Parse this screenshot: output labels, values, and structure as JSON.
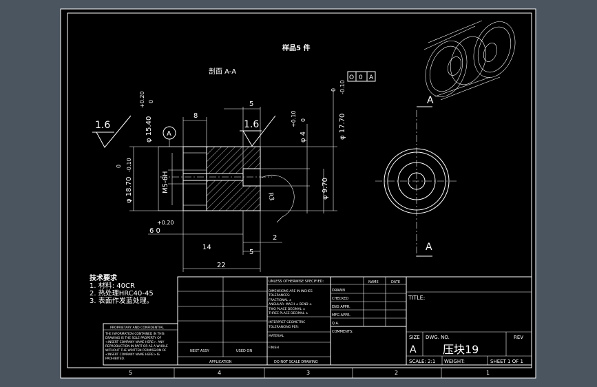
{
  "drawing": {
    "sample_note": "样品5 件",
    "section_label": "剖面 A-A",
    "view_label_a": "A",
    "view_label_a2": "A",
    "datum_label": "A",
    "flatness_a": "O",
    "flatness_b": "0",
    "flatness_c": "A"
  },
  "dimensions": {
    "d_1540": "φ 15.40",
    "d_1540_tol_up": "+0.20",
    "d_1540_tol_low": "0",
    "d_8": "8",
    "d_5_top": "5",
    "rough_1": "1.6",
    "rough_2": "1.6",
    "d_4": "φ 4",
    "d_4_tol_up": "+0.10",
    "d_4_tol_low": "0",
    "d_1770": "φ 17.70",
    "d_1770_tol_up": "0",
    "d_1770_tol_low": "-0.10",
    "d_1870": "φ 18.70",
    "d_1870_tol_up": "0",
    "d_1870_tol_low": "-0.10",
    "d_thread": "M5-6H",
    "d_970": "φ 9.70",
    "d_r": "R3",
    "d_6": "6   0",
    "d_6_tol": "+0.20",
    "d_14": "14",
    "d_2": "2",
    "d_5_bottom": "5",
    "d_22": "22"
  },
  "notes": {
    "title": "技术要求",
    "line1": "1. 材料: 40CR",
    "line2": "2. 热处理HRC40-45",
    "line3": "3. 表面作发蓝处理。"
  },
  "proprietary": {
    "heading": "PROPRIETARY AND CONFIDENTIAL",
    "lines": [
      "THE INFORMATION CONTAINED IN THIS",
      "DRAWING IS THE SOLE PROPERTY OF",
      "<INSERT COMPANY NAME HERE>. ANY",
      "REPRODUCTION IN PART OR AS A WHOLE",
      "WITHOUT THE WRITTEN PERMISSION OF",
      "<INSERT COMPANY NAME HERE> IS",
      "PROHIBITED."
    ]
  },
  "title_block": {
    "next_assy": "NEXT ASSY",
    "used_on": "USED ON",
    "application": "APPLICATION",
    "unless": "UNLESS OTHERWISE SPECIFIED:",
    "dims_in": "DIMENSIONS ARE IN INCHES",
    "tolerances": "TOLERANCES:",
    "fractional": "FRACTIONAL ±",
    "angular": "ANGULAR: MACH  ±    BEND ±",
    "two_place": "TWO PLACE DECIMAL   ±",
    "three_place": "THREE PLACE DECIMAL  ±",
    "interpret": "INTERPRET GEOMETRIC",
    "tolerancing": "TOLERANCING PER:",
    "material": "MATERIAL",
    "finish": "FINISH",
    "do_not_scale": "DO NOT SCALE DRAWING",
    "name": "NAME",
    "date": "DATE",
    "drawn": "DRAWN",
    "checked": "CHECKED",
    "eng_appr": "ENG APPR.",
    "mfg_appr": "MFG APPR.",
    "qa": "Q.A.",
    "comments": "COMMENTS:",
    "title_label": "TITLE:",
    "size_label": "SIZE",
    "size_value": "A",
    "dwg_no_label": "DWG.  NO.",
    "dwg_no_value": "压块19",
    "rev_label": "REV",
    "scale": "SCALE: 2:1",
    "weight": "WEIGHT:",
    "sheet": "SHEET 1 OF 1"
  },
  "zones": [
    "5",
    "4",
    "3",
    "2",
    "1"
  ]
}
